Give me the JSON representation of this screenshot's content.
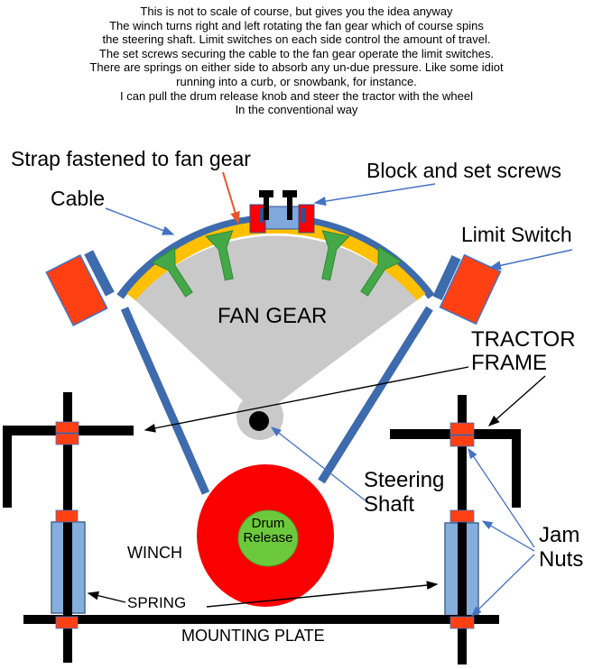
{
  "intro": {
    "lines": [
      "This is not to scale of course, but gives you the idea anyway",
      "The winch turns right and left rotating the fan gear which of course spins",
      "the steering shaft. Limit switches on each side control the amount of travel.",
      "The set screws securing the cable to the fan gear operate the limit switches.",
      "There are springs on either side to absorb any un-due pressure. Like some idiot",
      "running into a curb, or snowbank, for instance.",
      "I can pull the drum release knob and steer the tractor with the wheel",
      "In the conventional way"
    ]
  },
  "labels": {
    "strap": "Strap fastened to fan gear",
    "block": "Block and set screws",
    "cable": "Cable",
    "limit_switch": "Limit Switch",
    "fan_gear": "FAN GEAR",
    "tractor_frame": "TRACTOR\nFRAME",
    "steering_shaft": "Steering\nShaft",
    "jam_nuts": "Jam\nNuts",
    "winch": "WINCH",
    "spring": "SPRING",
    "mounting_plate": "MOUNTING PLATE",
    "drum_release": "Drum\nRelease"
  },
  "colors": {
    "cable_blue": "#3D6BAD",
    "arrow_blue": "#4472C4",
    "strap_yellow": "#FFC000",
    "gear_gray": "#C9C9C9",
    "tee_green": "#44A848",
    "winch_red": "#FB0000",
    "drum_green": "#6DC93C",
    "switch_orange": "#FF4013",
    "nut_orange": "#FF4013",
    "spring_blue": "#85AEDC",
    "block_blue": "#7FA8DC",
    "slot_dark_blue": "#2F528F",
    "frame_black": "#000000",
    "strap_arrow_red": "#E8562D"
  }
}
